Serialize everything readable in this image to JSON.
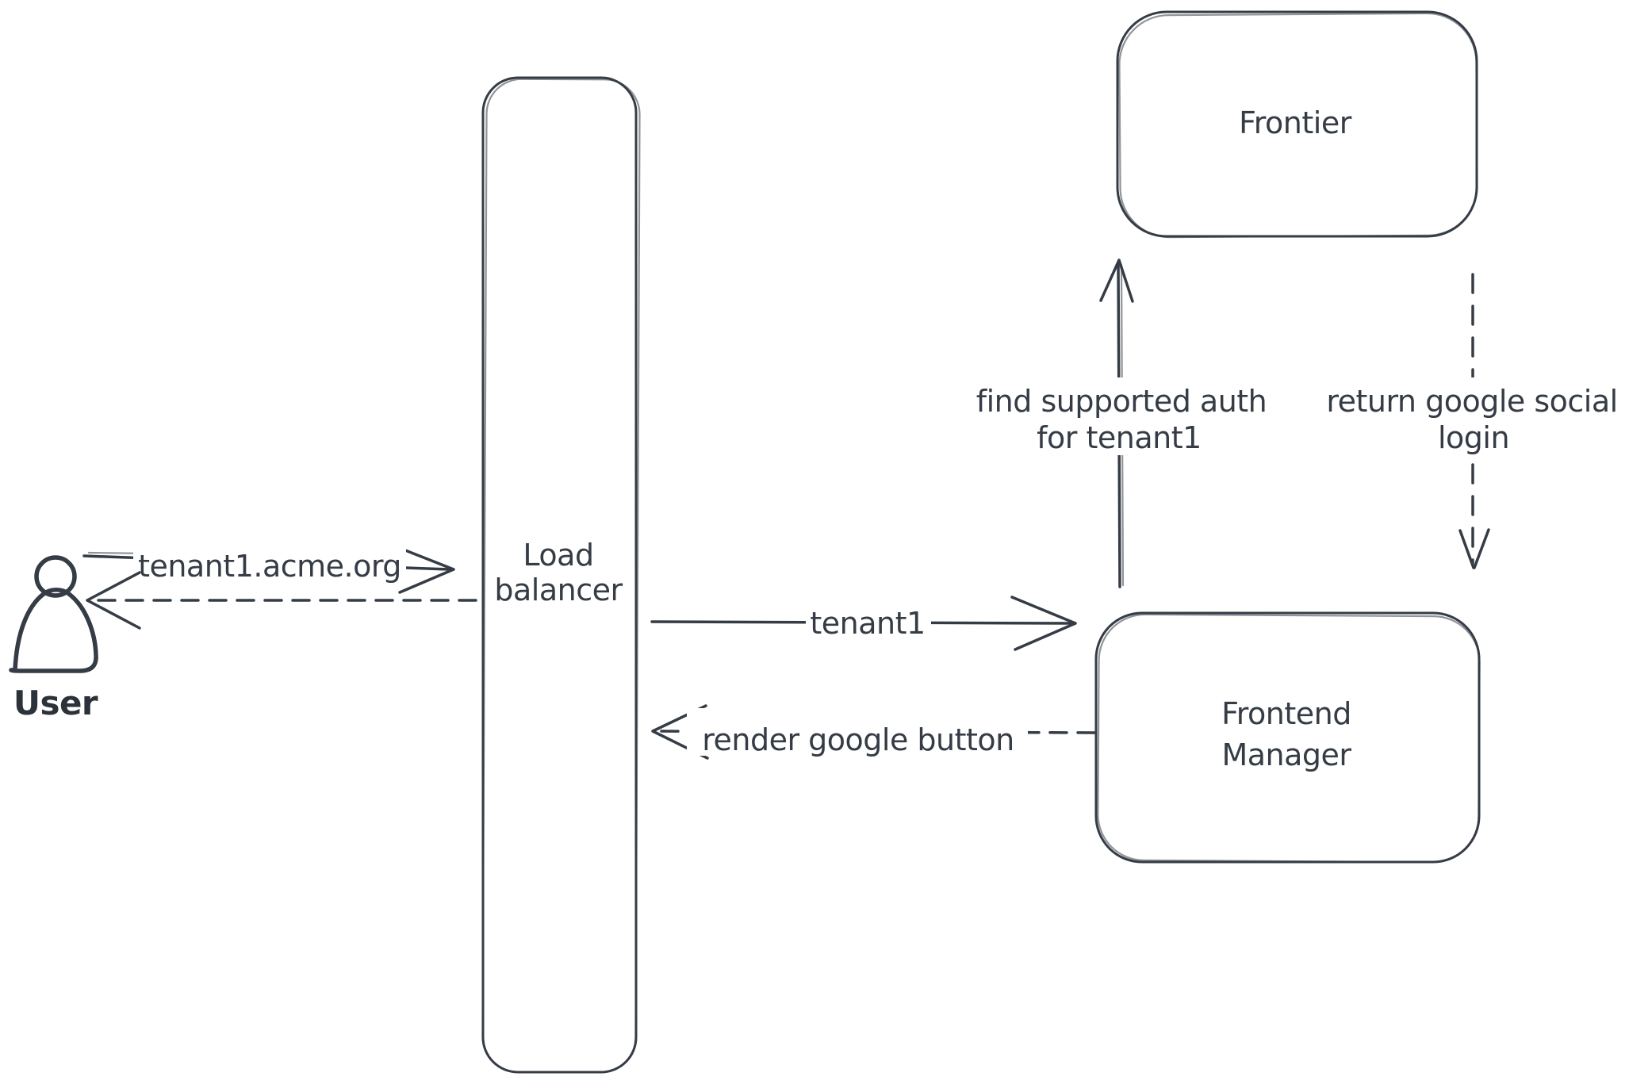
{
  "diagram": {
    "type": "sequence-flow",
    "colors": {
      "stroke": "#353c45",
      "hatch": "#ccd5dd",
      "background": "#ffffff"
    },
    "nodes": {
      "user": {
        "kind": "actor",
        "label": "User"
      },
      "load_balancer": {
        "kind": "box",
        "label_lines": [
          "Load",
          "balancer"
        ]
      },
      "frontier": {
        "kind": "box",
        "label": "Frontier"
      },
      "frontend_manager": {
        "kind": "box",
        "label_lines": [
          "Frontend",
          "Manager"
        ]
      }
    },
    "edges": [
      {
        "from": "user",
        "to": "load_balancer",
        "style": "solid-arrow",
        "label": "tenant1.acme.org"
      },
      {
        "from": "load_balancer",
        "to": "user",
        "style": "dashed-arrow",
        "label": ""
      },
      {
        "from": "load_balancer",
        "to": "frontend_manager",
        "style": "solid-arrow",
        "label": "tenant1"
      },
      {
        "from": "frontend_manager",
        "to": "load_balancer",
        "style": "dashed-arrow",
        "label": "render google button"
      },
      {
        "from": "frontend_manager",
        "to": "frontier",
        "style": "solid-arrow",
        "label": "find supported auth for tenant1",
        "label_lines": [
          "find supported auth",
          "for tenant1"
        ]
      },
      {
        "from": "frontier",
        "to": "frontend_manager",
        "style": "dashed-arrow",
        "label": "return google social login",
        "label_lines": [
          "return google social",
          "login"
        ]
      }
    ]
  }
}
